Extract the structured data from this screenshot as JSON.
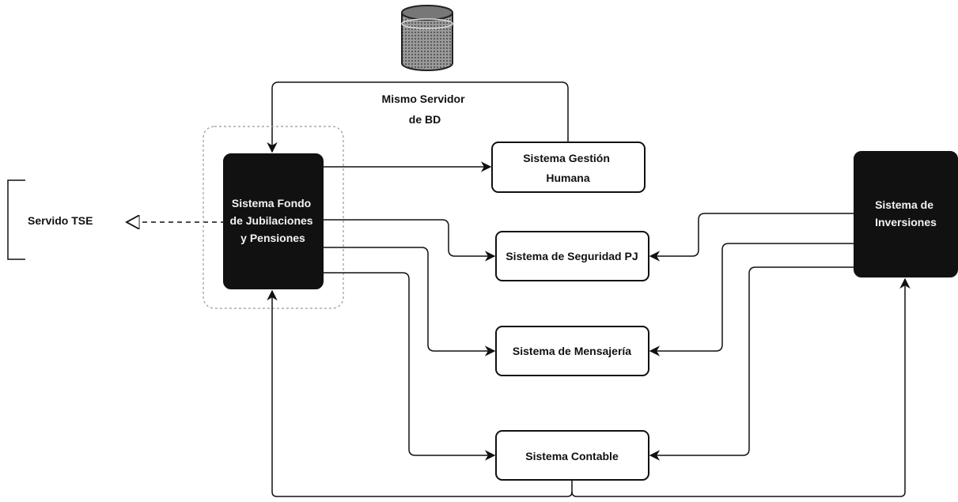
{
  "db_server_label": [
    "Mismo Servidor",
    "de BD"
  ],
  "external_service": "Servido TSE",
  "main_system": [
    "Sistema Fondo",
    "de Jubilaciones",
    "y Pensiones"
  ],
  "investment_system": [
    "Sistema de",
    "Inversiones"
  ],
  "systems": {
    "gestion_humana": [
      "Sistema Gestión",
      "Humana"
    ],
    "seguridad": "Sistema de Seguridad PJ",
    "mensajeria": "Sistema de Mensajería",
    "contable": "Sistema Contable"
  }
}
